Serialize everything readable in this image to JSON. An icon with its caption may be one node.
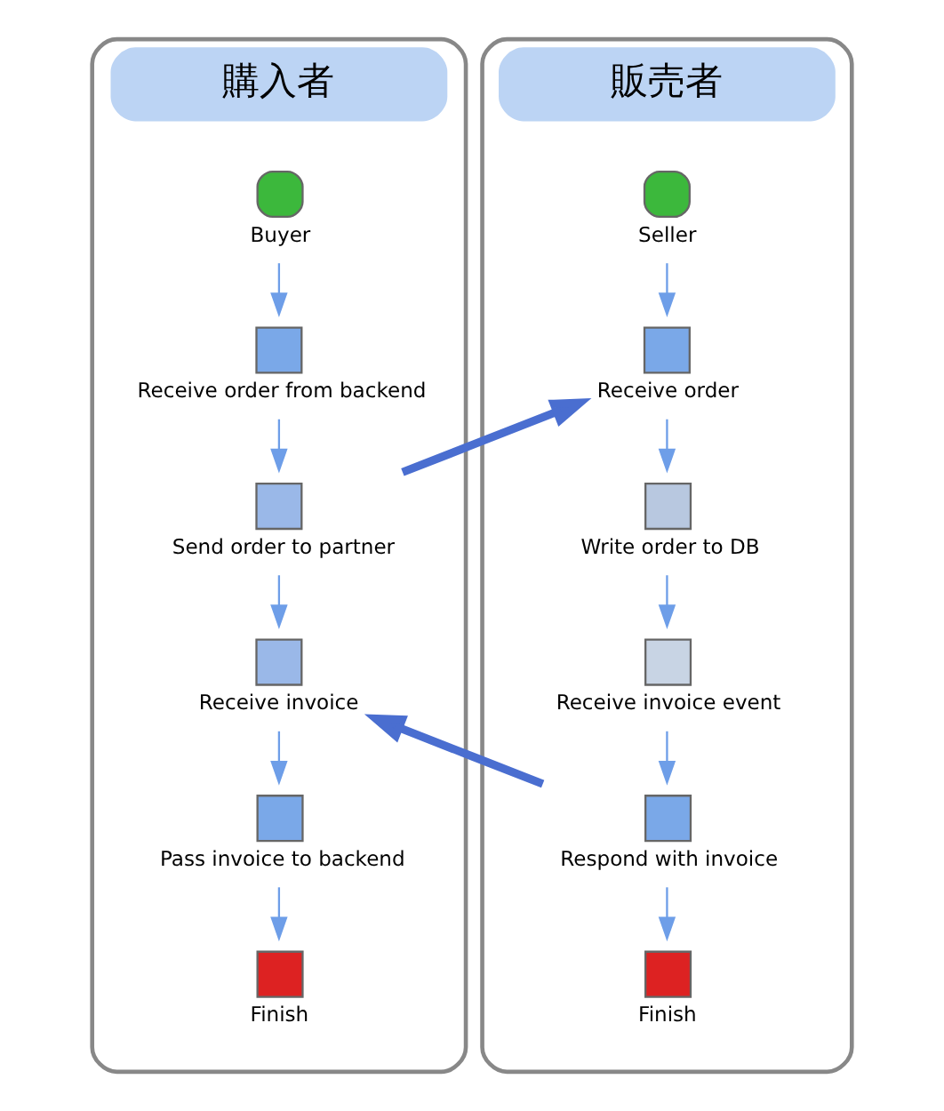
{
  "diagram": {
    "nodes": [
      {
        "text": [
          "購入者"
        ]
      },
      {
        "text": [
          "Buyer"
        ],
        "in": 0
      },
      {
        "text": [
          "Receive order from backend"
        ],
        "in": 0
      },
      {
        "text": [
          "Send order to partner"
        ],
        "in": 0
      },
      {
        "text": [
          "Receive invoice"
        ],
        "in": 0
      },
      {
        "text": [
          "Pass invoice to backend"
        ],
        "in": 0
      },
      {
        "text": [
          "Finish"
        ],
        "in": 0
      },
      {
        "text": [
          "販売者"
        ]
      },
      {
        "text": [
          "Seller"
        ],
        "in": 7
      },
      {
        "text": [
          "Receive order"
        ],
        "in": 7
      },
      {
        "text": [
          "Write order to DB"
        ],
        "in": 7
      },
      {
        "text": [
          "Receive invoice event"
        ],
        "in": 7
      },
      {
        "text": [
          "Respond with invoice"
        ],
        "in": 7
      },
      {
        "text": [
          "Finish"
        ],
        "in": 7
      }
    ],
    "edges": [
      {
        "from": 1,
        "to": 2,
        "arrow": "to"
      },
      {
        "from": 2,
        "to": 3,
        "arrow": "to"
      },
      {
        "from": 3,
        "to": 4,
        "arrow": "to"
      },
      {
        "from": 4,
        "to": 5,
        "arrow": "to"
      },
      {
        "from": 5,
        "to": 6,
        "arrow": "to"
      },
      {
        "from": 8,
        "to": 9,
        "arrow": "to"
      },
      {
        "from": 9,
        "to": 10,
        "arrow": "to"
      },
      {
        "from": 10,
        "to": 11,
        "arrow": "to"
      },
      {
        "from": 11,
        "to": 12,
        "arrow": "to"
      },
      {
        "from": 12,
        "to": 13,
        "arrow": "to"
      },
      {
        "from": 3,
        "to": 9,
        "arrow": "to",
        "style": "thick",
        "color": "#4a6ed0"
      },
      {
        "from": 12,
        "to": 4,
        "arrow": "to",
        "style": "thick",
        "color": "#4a6ed0"
      }
    ]
  }
}
